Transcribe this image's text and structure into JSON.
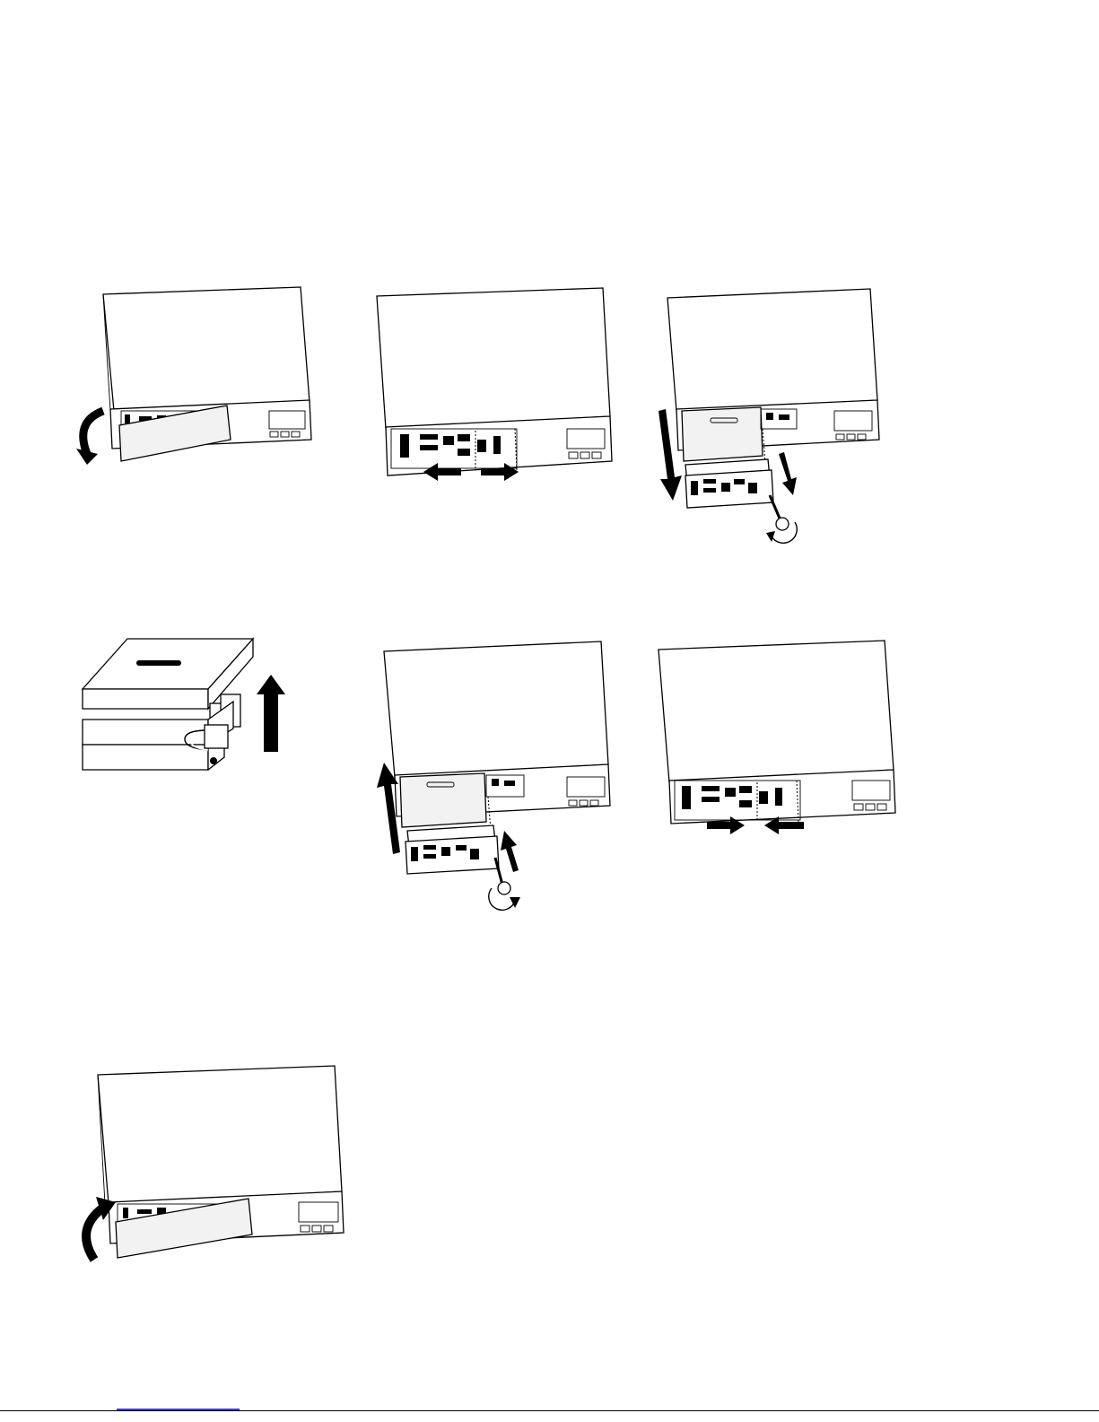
{
  "page": {
    "background": "#ffffff",
    "line_color": "#000000",
    "link_color": "#3b3bd9"
  },
  "steps": [
    {
      "id": 1,
      "action": "rotate-front-panel-down",
      "icons": [
        "ups-unit-icon",
        "rotate-down-arrow-icon"
      ]
    },
    {
      "id": 2,
      "action": "slide-bracket-outward",
      "icons": [
        "ups-unit-icon",
        "left-arrow-icon",
        "right-arrow-icon"
      ]
    },
    {
      "id": 3,
      "action": "pull-out-battery-tray-and-unscrew",
      "icons": [
        "ups-unit-icon",
        "pull-down-arrow-icon",
        "screw-counterclockwise-icon"
      ]
    },
    {
      "id": 4,
      "action": "lift-battery-pack",
      "icons": [
        "battery-pack-icon",
        "up-arrow-icon"
      ]
    },
    {
      "id": 5,
      "action": "insert-battery-tray-and-screw",
      "icons": [
        "ups-unit-icon",
        "push-up-arrow-icon",
        "screw-clockwise-icon"
      ]
    },
    {
      "id": 6,
      "action": "slide-bracket-inward",
      "icons": [
        "ups-unit-icon",
        "right-arrow-icon",
        "left-arrow-icon"
      ]
    },
    {
      "id": 7,
      "action": "rotate-front-panel-up",
      "icons": [
        "ups-unit-icon",
        "rotate-up-arrow-icon"
      ]
    }
  ]
}
